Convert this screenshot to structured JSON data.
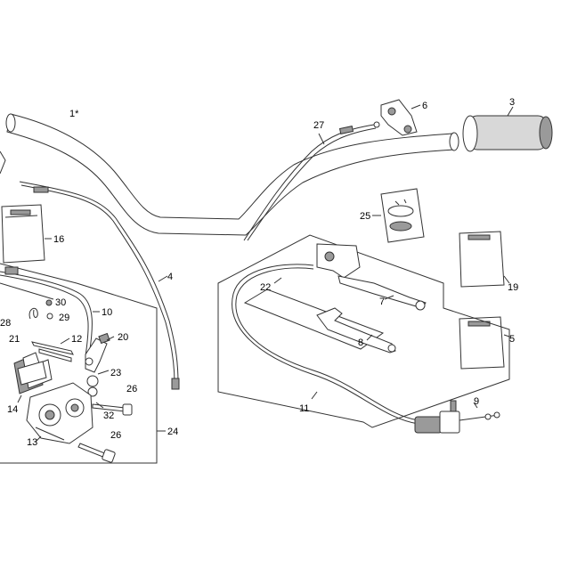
{
  "diagram": {
    "part_labels": {
      "p1": "1*",
      "p3": "3",
      "p4": "4",
      "p5": "5",
      "p6": "6",
      "p7": "7",
      "p8": "8",
      "p9": "9",
      "p10": "10",
      "p11": "11",
      "p12": "12",
      "p13": "13",
      "p14": "14",
      "p16": "16",
      "p19": "19",
      "p20": "20",
      "p21": "21",
      "p22": "22",
      "p23": "23",
      "p24": "24",
      "p25": "25",
      "p26a": "26",
      "p26b": "26",
      "p27": "27",
      "p28": "28",
      "p29": "29",
      "p30": "30",
      "p32": "32"
    },
    "icons": [
      "handlebar",
      "grip",
      "clutch-cable",
      "sticker-sheet",
      "brake-lever",
      "master-cylinder",
      "brake-caliper",
      "brake-pads",
      "brake-hose",
      "clamp",
      "screw",
      "hydraulic-clutch-cylinder",
      "cap-and-diaphragm"
    ]
  }
}
